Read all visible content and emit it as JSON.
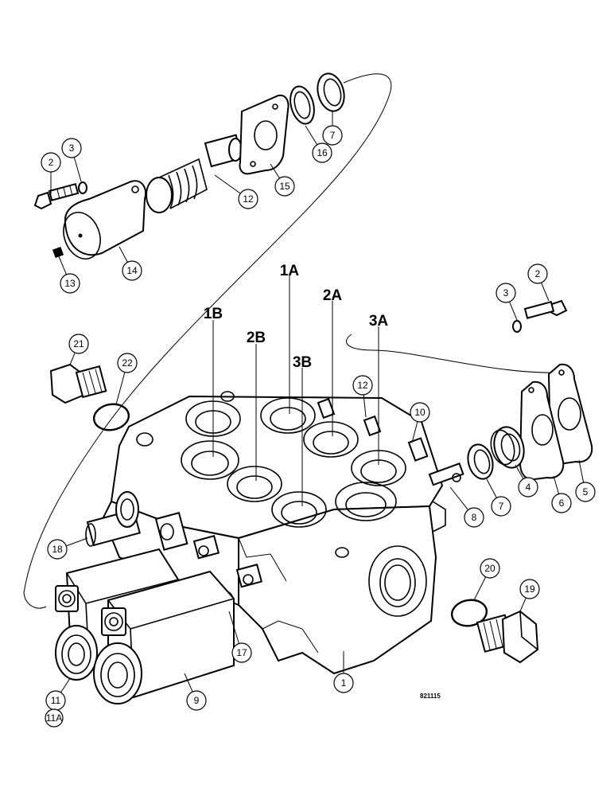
{
  "drawing_id": "821115",
  "callouts": [
    {
      "id": "c1",
      "label": "1"
    },
    {
      "id": "c2a",
      "label": "2"
    },
    {
      "id": "c2b",
      "label": "2"
    },
    {
      "id": "c3a",
      "label": "3"
    },
    {
      "id": "c3b",
      "label": "3"
    },
    {
      "id": "c4",
      "label": "4"
    },
    {
      "id": "c5",
      "label": "5"
    },
    {
      "id": "c6",
      "label": "6"
    },
    {
      "id": "c7a",
      "label": "7"
    },
    {
      "id": "c7b",
      "label": "7"
    },
    {
      "id": "c8",
      "label": "8"
    },
    {
      "id": "c9",
      "label": "9"
    },
    {
      "id": "c10",
      "label": "10"
    },
    {
      "id": "c11",
      "label": "11"
    },
    {
      "id": "c11a",
      "label": "11A"
    },
    {
      "id": "c12a",
      "label": "12"
    },
    {
      "id": "c12b",
      "label": "12"
    },
    {
      "id": "c13",
      "label": "13"
    },
    {
      "id": "c14",
      "label": "14"
    },
    {
      "id": "c15",
      "label": "15"
    },
    {
      "id": "c16",
      "label": "16"
    },
    {
      "id": "c17",
      "label": "17"
    },
    {
      "id": "c18",
      "label": "18"
    },
    {
      "id": "c19",
      "label": "19"
    },
    {
      "id": "c20",
      "label": "20"
    },
    {
      "id": "c21",
      "label": "21"
    },
    {
      "id": "c22",
      "label": "22"
    }
  ],
  "ports": [
    {
      "id": "p1A",
      "label": "1A"
    },
    {
      "id": "p1B",
      "label": "1B"
    },
    {
      "id": "p2A",
      "label": "2A"
    },
    {
      "id": "p2B",
      "label": "2B"
    },
    {
      "id": "p3A",
      "label": "3A"
    },
    {
      "id": "p3B",
      "label": "3B"
    }
  ]
}
